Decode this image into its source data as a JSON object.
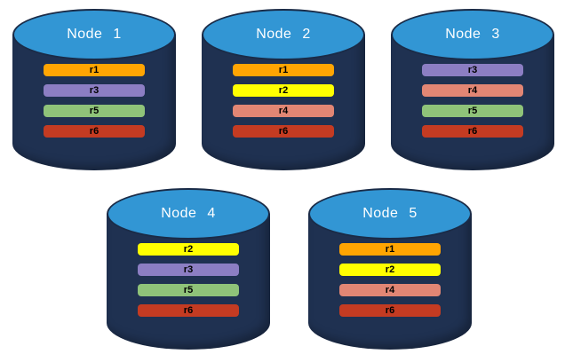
{
  "diagram": {
    "kind": "database-replication-nodes"
  },
  "colors": {
    "background": "#ffffff",
    "cylinder_body": "#1f3151",
    "cylinder_rim": "#1a2b47",
    "cylinder_top": "#3296d4",
    "title_text": "#ffffff",
    "bar_text": "#000000"
  },
  "replica_colors": {
    "r1": "#ffa502",
    "r2": "#ffff00",
    "r3": "#8c7ec3",
    "r4": "#e28674",
    "r5": "#8fc379",
    "r6": "#c43b22"
  },
  "nodes": [
    {
      "title": "Node 1",
      "replicas": [
        "r1",
        "r3",
        "r5",
        "r6"
      ]
    },
    {
      "title": "Node 2",
      "replicas": [
        "r1",
        "r2",
        "r4",
        "r6"
      ]
    },
    {
      "title": "Node 3",
      "replicas": [
        "r3",
        "r4",
        "r5",
        "r6"
      ]
    },
    {
      "title": "Node 4",
      "replicas": [
        "r2",
        "r3",
        "r5",
        "r6"
      ]
    },
    {
      "title": "Node 5",
      "replicas": [
        "r1",
        "r2",
        "r4",
        "r6"
      ]
    }
  ],
  "rows": {
    "top_node_count": 3,
    "bottom_node_count": 2
  }
}
